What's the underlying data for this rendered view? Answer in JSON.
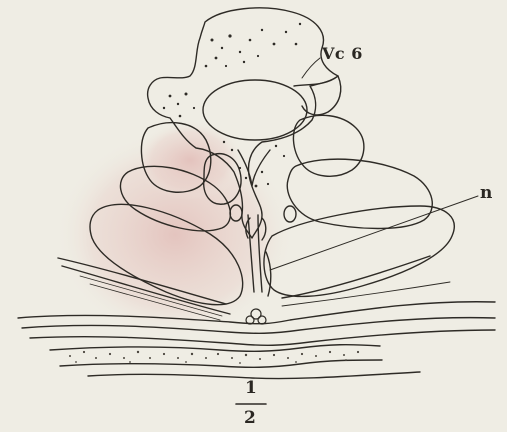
{
  "labels": {
    "vertebra": "Vc 6",
    "nerve": "n"
  },
  "scale": {
    "numerator": "1",
    "denominator": "2"
  },
  "colors": {
    "paper": "#efede4",
    "ink": "#2e2b26",
    "muscle_tint": "#e6c9c4"
  }
}
